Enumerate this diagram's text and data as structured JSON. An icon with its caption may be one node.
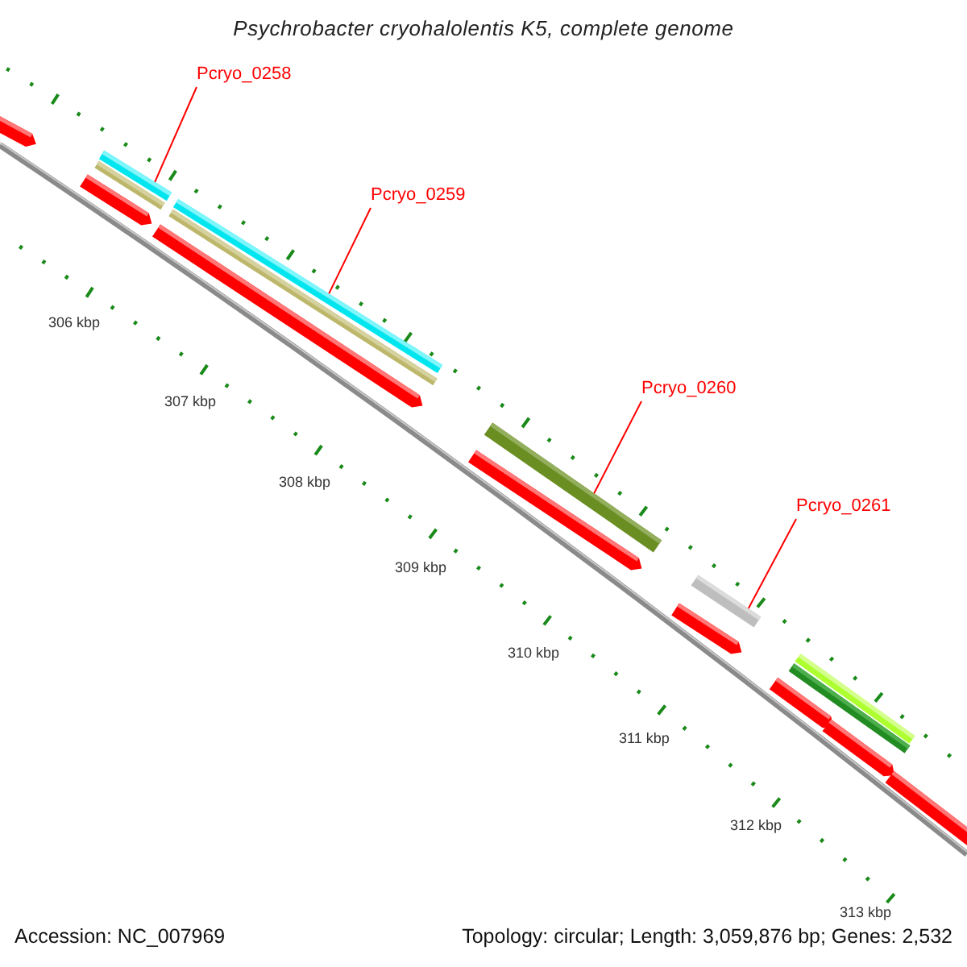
{
  "diagram": {
    "title": "Psychrobacter cryohalolentis K5, complete genome",
    "nodes": [
      {
        "text": [
          "Pcryo_0258"
        ]
      },
      {
        "text": [],
        "shape": "bar"
      },
      {
        "text": [
          "Pcryo_0259"
        ]
      },
      {
        "text": [],
        "shape": "bar"
      },
      {
        "text": [
          "Pcryo_0260"
        ]
      },
      {
        "text": [],
        "shape": "bar"
      },
      {
        "text": [
          "Pcryo_0261"
        ]
      },
      {
        "text": [],
        "shape": "bar"
      }
    ],
    "edges": [
      {
        "from": 0,
        "to": 1,
        "arrow": "none"
      },
      {
        "from": 2,
        "to": 3,
        "arrow": "none"
      },
      {
        "from": 4,
        "to": 5,
        "arrow": "none"
      },
      {
        "from": 6,
        "to": 7,
        "arrow": "none"
      }
    ],
    "labels": [
      "306 kbp",
      "307 kbp",
      "308 kbp",
      "309 kbp",
      "310 kbp",
      "311 kbp",
      "312 kbp",
      "313 kbp",
      "Accession: NC_007969",
      "Topology: circular; Length: 3,059,876 bp; Genes: 2,532"
    ]
  }
}
